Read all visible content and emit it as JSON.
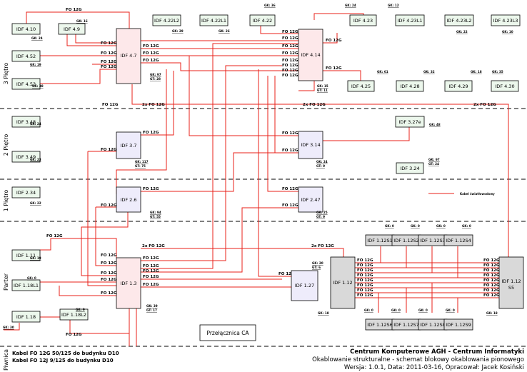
{
  "floors": [
    "3 Piętro",
    "2 Piętro",
    "1 Piętro",
    "Parter",
    "Piwnica"
  ],
  "nodes": {
    "idf_4_10": "IDF 4.10",
    "idf_4_9": "IDF 4.9",
    "idf_4_52": "IDF 4.52",
    "idf_4_53": "IDF 4.53",
    "idf_4_7": "IDF 4.7",
    "idf_4_22l2": "IDF 4.22L2",
    "idf_4_22l1": "IDF 4.22L1",
    "idf_4_22": "IDF 4.22",
    "idf_4_14": "IDF 4.14",
    "idf_4_23": "IDF 4.23",
    "idf_4_23l1": "IDF 4.23L1",
    "idf_4_23l2": "IDF 4.23L2",
    "idf_4_23l3": "IDF 4.23L3",
    "idf_4_25": "IDF 4.25",
    "idf_4_28": "IDF 4.28",
    "idf_4_29": "IDF 4.29",
    "idf_4_30": "IDF 4.30",
    "idf_3_48": "IDF 3.48",
    "idf_3_49": "IDF 3.49",
    "idf_3_7": "IDF 3.7",
    "idf_3_14": "IDF 3.14",
    "idf_3_27e": "IDF 3.27e",
    "idf_3_24": "IDF 3.24",
    "idf_2_34": "IDF 2.34",
    "idf_2_6": "IDF 2.6",
    "idf_2_47": "IDF 2.47",
    "idf_1_11": "IDF 1.11",
    "idf_1_18l1": "IDF 1.18L1",
    "idf_1_18": "IDF 1.18",
    "idf_1_18l2": "IDF 1.18L2",
    "idf_1_3": "IDF 1.3",
    "idf_1_27": "IDF 1.27",
    "idf_1_12": "IDF 1.12",
    "idf_1_12s1": "IDF 1.12S1",
    "idf_1_12s2": "IDF 1.12S2",
    "idf_1_12s3": "IDF 1.12S3",
    "idf_1_12s4": "IDF 1.12S4",
    "idf_1_12s5_a": "IDF 1.12",
    "idf_1_12s5_b": "S5",
    "idf_1_12s6": "IDF 1.12S6",
    "idf_1_12s7": "IDF 1.12S7",
    "idf_1_12s8": "IDF 1.12S8",
    "idf_1_12s9": "IDF 1.12S9",
    "switch_ca": "Przełącznica CA"
  },
  "port_labels": {
    "gk24_a": "GK: 24",
    "gk19_a": "GK: 19",
    "gk38_a": "GK: 38",
    "gk16": "GK: 16",
    "gk29": "GK: 29",
    "gk26": "GK: 26",
    "gk36": "GK: 36",
    "gk24_b": "GK: 24",
    "gk12": "GK: 12",
    "gk22": "GK: 22",
    "gk10": "GK: 10",
    "gk97_a": "GK: 97",
    "gt28": "GT: 28",
    "gk15_a": "GK: 15",
    "gt11": "GT: 11",
    "gk61": "GK: 61",
    "gk32": "GK: 32",
    "gk18_a": "GK: 18",
    "gk35": "GK: 35",
    "gk24_c": "GK: 24",
    "gk23": "GK: 23",
    "gk117": "GK: 117",
    "gt75": "GT: 75",
    "gk24_d": "GK: 24",
    "gt9_a": "GT: 9",
    "gk48": "GK: 48",
    "gk97_b": "GK: 97",
    "gt24": "GT: 24",
    "gk22_b": "GK: 22",
    "gk94": "GK: 94",
    "gt55": "GT: 55",
    "gk25": "GK: 25",
    "gt9_b": "GT: 9",
    "gk19_b": "GK: 19",
    "gk0_a": "GK: 0",
    "gk9": "GK: 9",
    "gk30": "GK: 30",
    "gk39": "GK: 39",
    "gt17": "GT: 17",
    "gk20": "GK: 20",
    "gt6": "GT: 6",
    "gk18_b": "GK: 18",
    "gk18_c": "GK: 18",
    "gk0_s1": "GK: 0",
    "gk0_s2": "GK: 0",
    "gk0_s3": "GK: 0",
    "gk0_s4": "GK: 0",
    "gk0_s6": "GK: 0",
    "gk0_s7": "GK: 0",
    "gk0_s8": "GK: 0",
    "gk0_s9": "GK: 0"
  },
  "link_labels": {
    "fo12g": "FO 12G",
    "twox_fo12g": "2x FO 12G"
  },
  "legend": {
    "label": "Kabel światłowodowy"
  },
  "cable_notes": {
    "line1": "Kabel FO 12G 50/125 do budynku D10",
    "line2": "Kabel FO 12J 9/125 do budynku D10"
  },
  "title_block": {
    "org": "Centrum Komputerowe AGH - Centrum Informatyki",
    "title": "Okablowanie strukturalne - schemat blokowy okablowania pionowego",
    "version": "Wersja: 1.0.1, Data: 2011-03-16, Opracował: Jacek Kosiński"
  },
  "colors": {
    "cable": "#e8201a",
    "idf_small": "#ecf7ec",
    "idf_hub_pink": "#fde8ea",
    "idf_hub_lavender": "#eeecfb",
    "idf_hub_grey": "#d9d9d9",
    "floor_line": "#000000"
  }
}
